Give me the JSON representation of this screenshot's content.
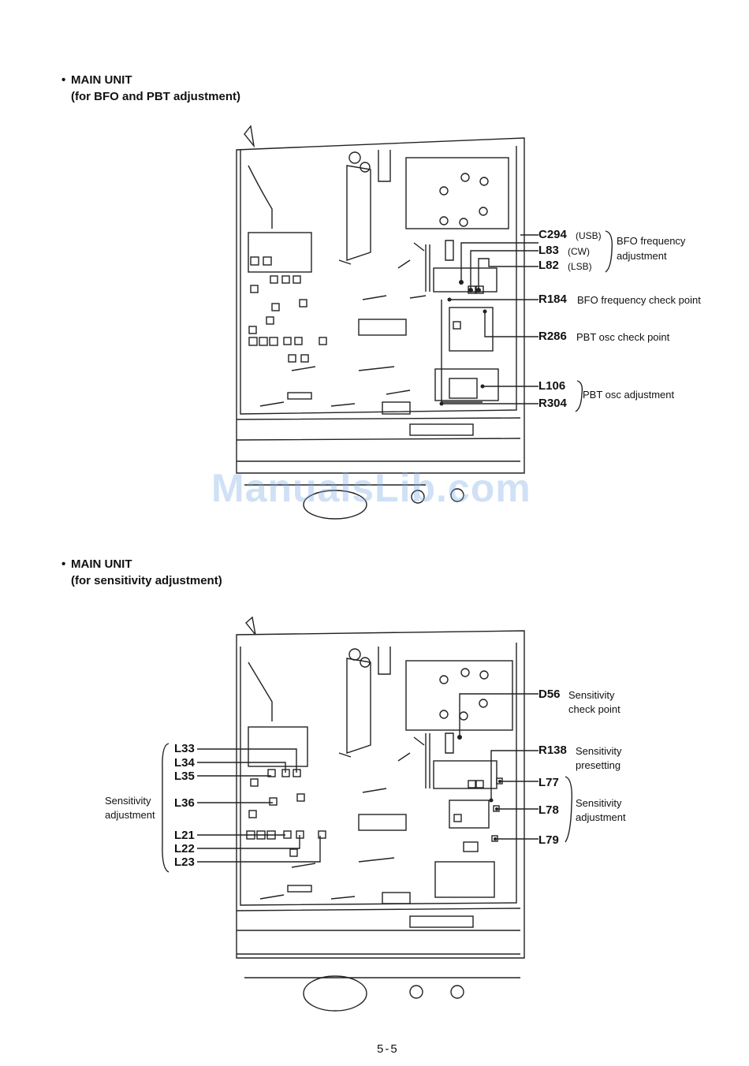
{
  "section1": {
    "bullet": "•",
    "title": "MAIN UNIT",
    "subtitle": "(for BFO and PBT adjustment)",
    "labels": {
      "c294": "C294",
      "c294_note": "(USB)",
      "l83": "L83",
      "l83_note": "(CW)",
      "l82": "L82",
      "l82_note": "(LSB)",
      "bfo_group_line1": "BFO frequency",
      "bfo_group_line2": "adjustment",
      "r184": "R184",
      "r184_note": "BFO frequency check point",
      "r286": "R286",
      "r286_note": "PBT osc check point",
      "l106": "L106",
      "r304": "R304",
      "pbt_group": "PBT osc adjustment"
    }
  },
  "section2": {
    "bullet": "•",
    "title": "MAIN UNIT",
    "subtitle": "(for sensitivity adjustment)",
    "labels": {
      "d56": "D56",
      "d56_line1": "Sensitivity",
      "d56_line2": "check point",
      "r138": "R138",
      "r138_line1": "Sensitivity",
      "r138_line2": "presetting",
      "l77": "L77",
      "l78": "L78",
      "l79": "L79",
      "right_group_line1": "Sensitivity",
      "right_group_line2": "adjustment",
      "l33": "L33",
      "l34": "L34",
      "l35": "L35",
      "l36": "L36",
      "l21": "L21",
      "l22": "L22",
      "l23": "L23",
      "left_group_line1": "Sensitivity",
      "left_group_line2": "adjustment"
    }
  },
  "watermark": "ManualsLib.com",
  "page_number": "5-5"
}
